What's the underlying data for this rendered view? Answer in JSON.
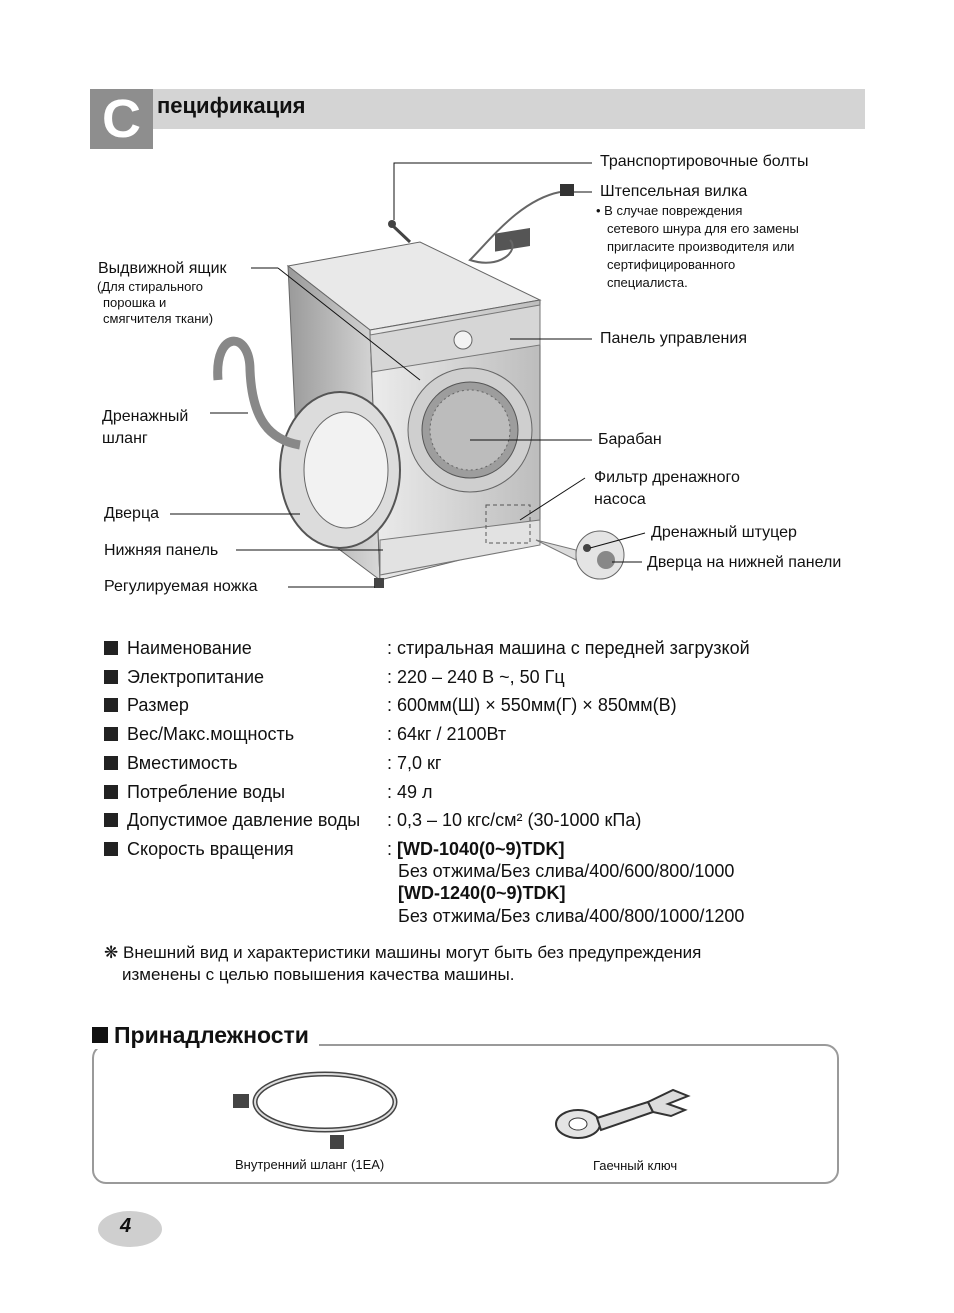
{
  "header": {
    "letter": "С",
    "title": "пецификация"
  },
  "callouts": {
    "bolts": "Транспортировочные болты",
    "plug": "Штепсельная вилка",
    "plug_note": [
      "• В случае повреждения",
      "сетевого шнура для его замены",
      "пригласите производителя или",
      "сертифицированного",
      "специалиста."
    ],
    "drawer": "Выдвижной ящик",
    "drawer_note": [
      "(Для стирального",
      "порошка и",
      "смягчителя ткани)"
    ],
    "control_panel": "Панель управления",
    "drain_hose": [
      "Дренажный",
      "шланг"
    ],
    "drum": "Барабан",
    "pump_filter": [
      "Фильтр дренажного",
      "насоса"
    ],
    "drain_nozzle": "Дренажный штуцер",
    "lower_door": "Дверца на нижней панели",
    "door": "Дверца",
    "lower_panel": "Нижняя панель",
    "leg": "Регулируемая ножка"
  },
  "specs": [
    {
      "name": "Наименование",
      "value": ": стиральная машина с передней загрузкой"
    },
    {
      "name": "Электропитание",
      "value": ": 220 – 240 В ~, 50 Гц"
    },
    {
      "name": "Размер",
      "value": ": 600мм(Ш) × 550мм(Г) × 850мм(В)"
    },
    {
      "name": "Вес/Макс.мощность",
      "value": ": 64кг / 2100Вт"
    },
    {
      "name": "Вместимость",
      "value": ": 7,0 кг"
    },
    {
      "name": "Потребление воды",
      "value": ": 49 л"
    },
    {
      "name": "Допустимое давление воды",
      "value": ": 0,3 – 10 кгс/см² (30-1000 кПа)"
    },
    {
      "name": "Скорость вращения",
      "value": ": "
    }
  ],
  "spin": {
    "model1": "[WD-1040(0~9)TDK]",
    "speeds1": "Без отжима/Без слива/400/600/800/1000",
    "model2": "[WD-1240(0~9)TDK]",
    "speeds2": "Без отжима/Без слива/400/800/1000/1200"
  },
  "note": {
    "mark": "❋",
    "line1": "Внешний вид и характеристики машины могут быть без предупреждения",
    "line2": "изменены с целью повышения качества машины."
  },
  "accessories": {
    "title": "Принадлежности",
    "hose": "Внутренний шланг (1EA)",
    "wrench": "Гаечный ключ"
  },
  "page_number": "4"
}
